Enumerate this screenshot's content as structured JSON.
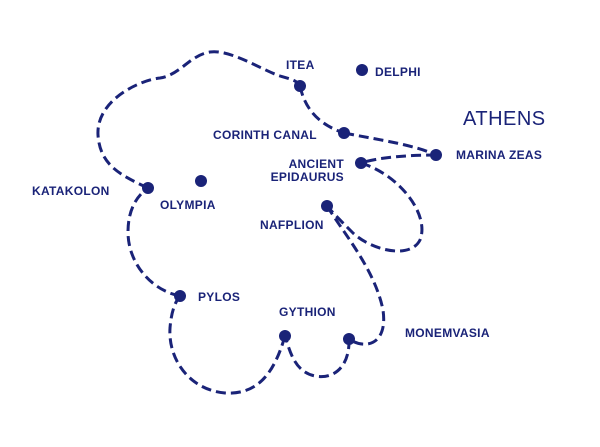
{
  "map": {
    "accent_color": "#1a2378",
    "route_style": "dashed",
    "stops": [
      {
        "id": "itea",
        "label": "ITEA",
        "on_route": true
      },
      {
        "id": "delphi",
        "label": "DELPHI",
        "on_route": false
      },
      {
        "id": "athens",
        "label": "ATHENS",
        "on_route": false,
        "emphasis": "large"
      },
      {
        "id": "corinth-canal",
        "label": "CORINTH CANAL",
        "on_route": true
      },
      {
        "id": "marina-zeas",
        "label": "MARINA ZEAS",
        "on_route": true
      },
      {
        "id": "ancient-epidaurus",
        "label": "ANCIENT\nEPIDAURUS",
        "label_line1": "ANCIENT",
        "label_line2": "EPIDAURUS",
        "on_route": true
      },
      {
        "id": "katakolon",
        "label": "KATAKOLON",
        "on_route": true
      },
      {
        "id": "olympia",
        "label": "OLYMPIA",
        "on_route": false
      },
      {
        "id": "nafplion",
        "label": "NAFPLION",
        "on_route": true
      },
      {
        "id": "pylos",
        "label": "PYLOS",
        "on_route": true
      },
      {
        "id": "gythion",
        "label": "GYTHION",
        "on_route": true
      },
      {
        "id": "monemvasia",
        "label": "MONEMVASIA",
        "on_route": true
      }
    ],
    "route_order": [
      "itea",
      "corinth-canal",
      "marina-zeas",
      "ancient-epidaurus",
      "nafplion",
      "monemvasia",
      "gythion",
      "pylos",
      "katakolon",
      "itea"
    ]
  }
}
